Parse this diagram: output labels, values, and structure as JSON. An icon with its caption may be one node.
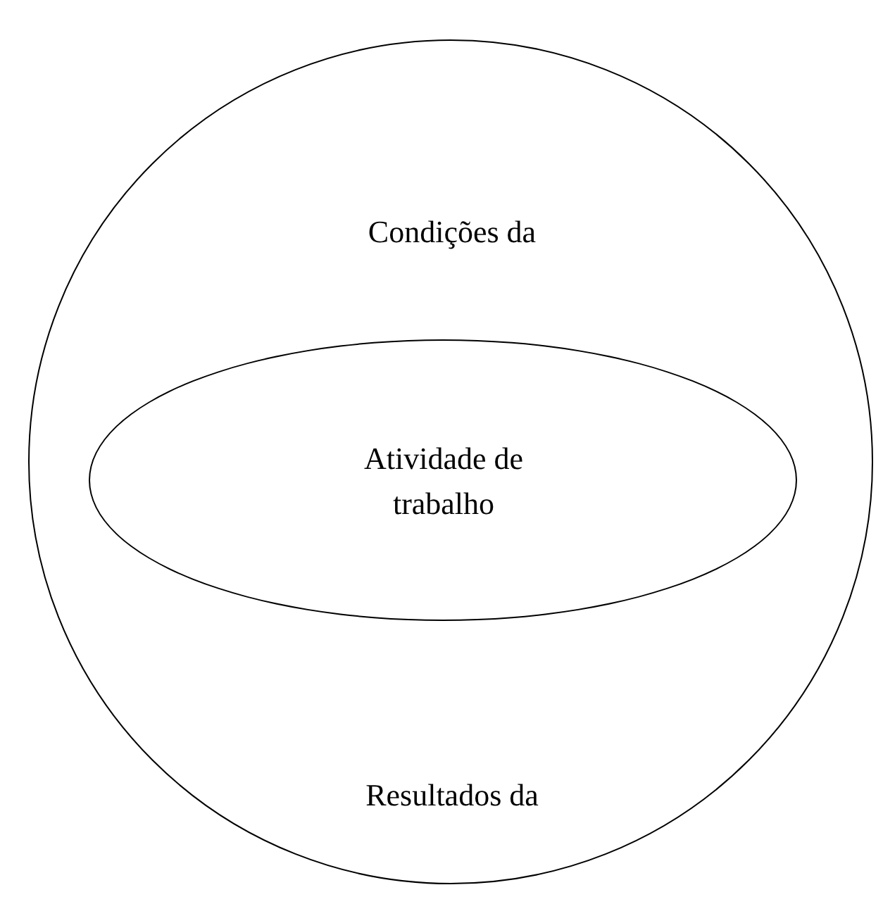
{
  "diagram": {
    "nodes": [
      {
        "text": [
          "Condições da",
          "Resultados da"
        ]
      },
      {
        "text": [
          "Atividade de trabalho"
        ],
        "in": 0
      }
    ]
  }
}
